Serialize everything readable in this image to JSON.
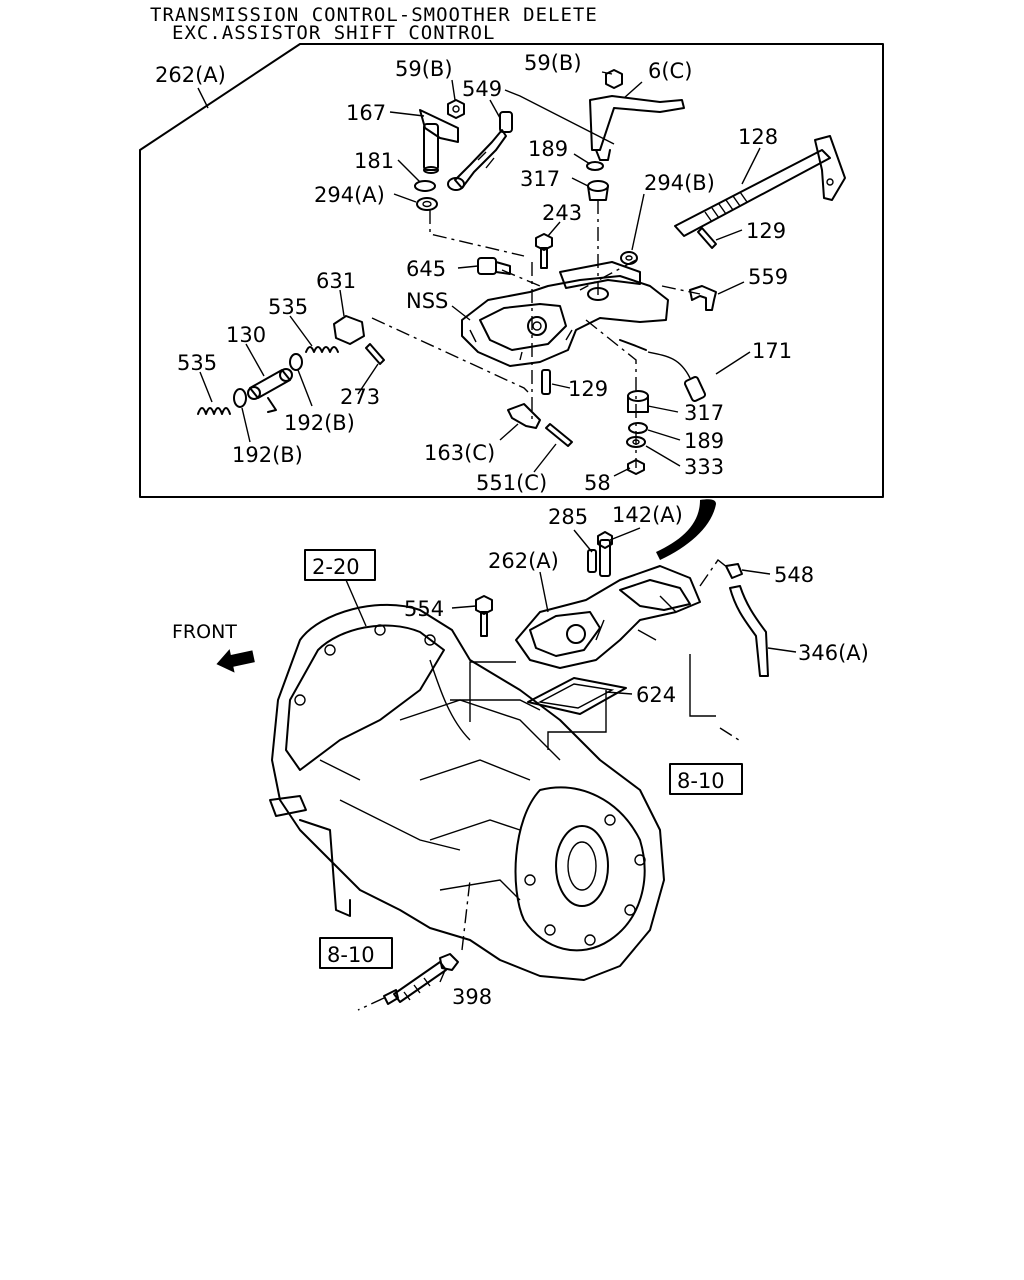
{
  "header": {
    "line1": "TRANSMISSION CONTROL-SMOOTHER DELETE",
    "line2": "EXC.ASSISTOR SHIFT CONTROL"
  },
  "labels": {
    "l262a_top": "262(A)",
    "l59b_left": "59(B)",
    "l549": "549",
    "l59b_right": "59(B)",
    "l6c": "6(C)",
    "l167": "167",
    "l189_top": "189",
    "l128": "128",
    "l181": "181",
    "l317_top": "317",
    "l294b": "294(B)",
    "l294a": "294(A)",
    "l243": "243",
    "l129_right": "129",
    "l645": "645",
    "l559": "559",
    "l631": "631",
    "lnss": "NSS",
    "l535_upper": "535",
    "l130": "130",
    "l171": "171",
    "l535_lower": "535",
    "l129_mid": "129",
    "l273": "273",
    "l317_bottom": "317",
    "l192b_right": "192(B)",
    "l189_bottom": "189",
    "l192b_left": "192(B)",
    "l163c": "163(C)",
    "l333": "333",
    "l551c": "551(C)",
    "l58": "58",
    "l285": "285",
    "l142a": "142(A)",
    "l262a_mid": "262(A)",
    "l548": "548",
    "l554": "554",
    "l346a": "346(A)",
    "lfront": "FRONT",
    "l624": "624",
    "l398": "398"
  },
  "refs": {
    "ref_2_20": "2-20",
    "ref_8_10_right": "8-10",
    "ref_8_10_bottom": "8-10"
  }
}
